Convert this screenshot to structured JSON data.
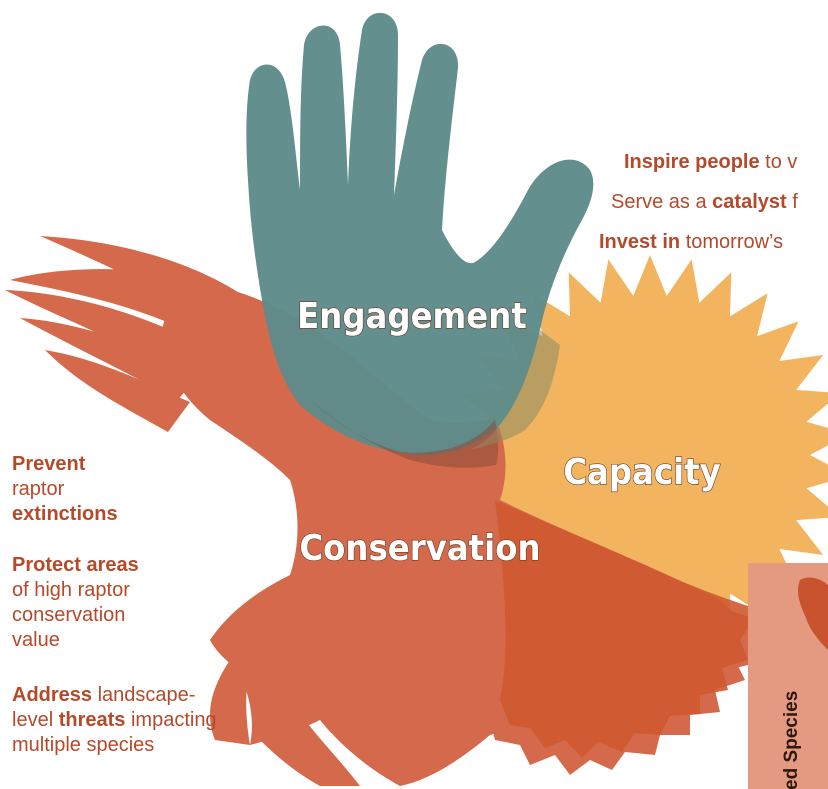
{
  "pillars": {
    "engagement": "Engagement",
    "capacity": "Capacity",
    "conservation": "Conservation"
  },
  "engagement_points": [
    {
      "bold": "Inspire people",
      "rest": " to v"
    },
    {
      "pre": "Serve as a ",
      "bold": "catalyst",
      "rest": " f"
    },
    {
      "bold": "Invest in",
      "rest": " tomorrow’s"
    }
  ],
  "conservation_points": {
    "p1": {
      "bold": "Prevent",
      "line2": "raptor",
      "bold2": "extinctions"
    },
    "p2": {
      "bold": "Protect areas",
      "line2": "of high raptor",
      "line3": "conservation",
      "line4": "value"
    },
    "p3": {
      "bold": "Address",
      "rest": " landscape-",
      "line2": "level ",
      "bold2": "threats",
      "rest2": " impacting",
      "line3": "multiple species"
    }
  },
  "side_tab": {
    "label": "ed Species"
  },
  "colors": {
    "engagement": "#5e8b8a",
    "capacity": "#f2b45e",
    "conservation": "#d46a4b",
    "overlap": "#cf5a30",
    "text": "#b5492a",
    "side_tab": "#e39a80"
  }
}
